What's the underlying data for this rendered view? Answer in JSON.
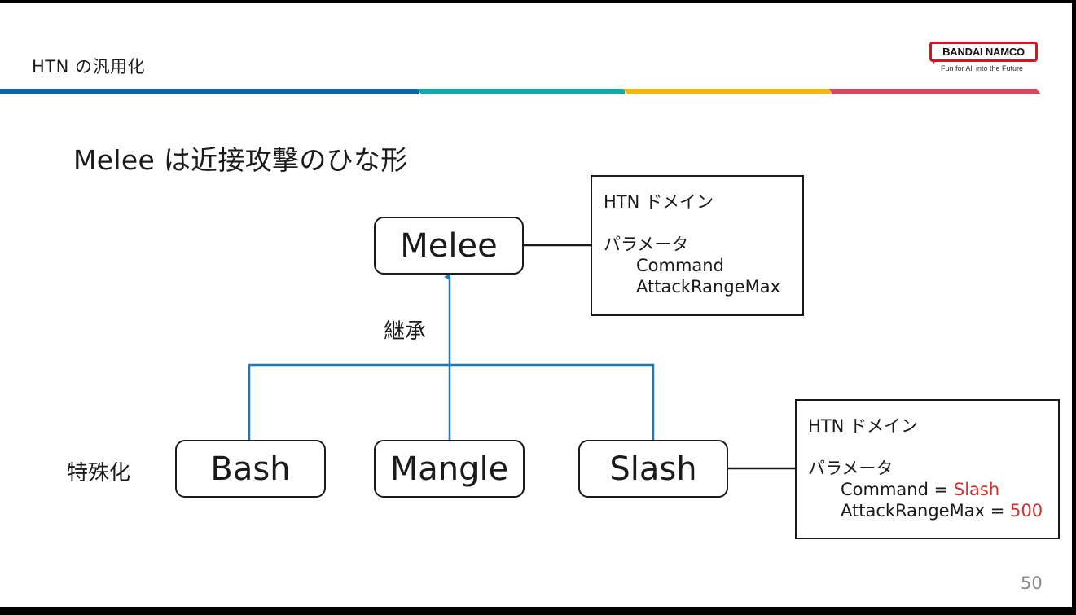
{
  "header": {
    "title": "HTN の汎用化",
    "logo": {
      "brand": "BANDAI NAMCO",
      "tagline": "Fun for All into the Future",
      "color": "#d7141f"
    },
    "accent_bar_colors": [
      "#0b63a9",
      "#14aaa8",
      "#f0b814",
      "#d64a5f"
    ]
  },
  "subtitle": "Melee は近接攻撃のひな形",
  "diagram": {
    "parent": {
      "label": "Melee"
    },
    "parent_info": {
      "title": "HTN ドメイン",
      "params_heading": "パラメータ",
      "params": [
        {
          "name": "Command"
        },
        {
          "name": "AttackRangeMax"
        }
      ]
    },
    "inheritance_label": "継承",
    "specialization_label": "特殊化",
    "children": [
      {
        "label": "Bash"
      },
      {
        "label": "Mangle"
      },
      {
        "label": "Slash"
      }
    ],
    "child_info": {
      "title": "HTN ドメイン",
      "params_heading": "パラメータ",
      "params": [
        {
          "name": "Command",
          "eq": " = ",
          "value": "Slash"
        },
        {
          "name": "AttackRangeMax",
          "eq": " = ",
          "value": "500"
        }
      ],
      "value_color": "#d0322e"
    },
    "arrow_color": "#1f77b4"
  },
  "page_number": "50"
}
